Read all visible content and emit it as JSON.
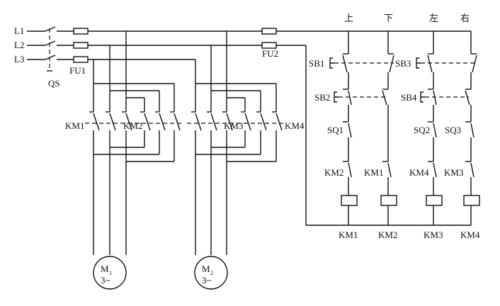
{
  "lines": {
    "l1": "L1",
    "l2": "L2",
    "l3": "L3"
  },
  "switches": {
    "qs": "QS"
  },
  "fuses": {
    "fu1": "FU1",
    "fu2": "FU2"
  },
  "contactors": {
    "km1": "KM1",
    "km2": "KM2",
    "km3": "KM3",
    "km4": "KM4"
  },
  "buttons": {
    "sb1": "SB1",
    "sb2": "SB2",
    "sb3": "SB3",
    "sb4": "SB4"
  },
  "limits": {
    "sq1": "SQ1",
    "sq2": "SQ2",
    "sq3": "SQ3"
  },
  "directions": {
    "up": "上",
    "down": "下",
    "left": "左",
    "right": "右"
  },
  "motors": {
    "m1": {
      "name": "M",
      "sub": "1",
      "spec": "3~"
    },
    "m2": {
      "name": "M",
      "sub": "2",
      "spec": "3~"
    }
  }
}
